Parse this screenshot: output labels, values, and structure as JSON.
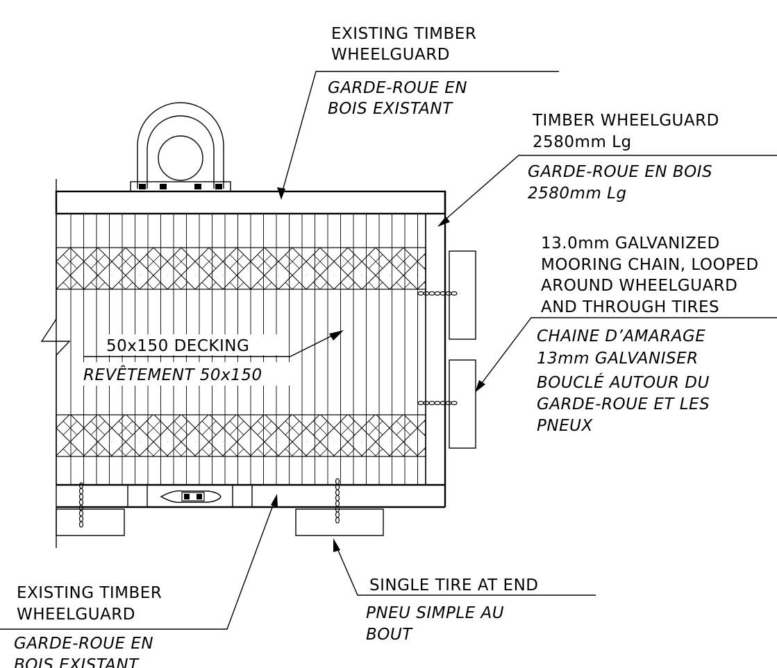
{
  "labels": {
    "top_wheelguard": {
      "en": [
        "EXISTING TIMBER",
        "WHEELGUARD"
      ],
      "fr": [
        "GARDE-ROUE EN",
        "BOIS EXISTANT"
      ]
    },
    "timber_wheelguard": {
      "en": [
        "TIMBER WHEELGUARD",
        "2580mm Lg"
      ],
      "fr": [
        "GARDE-ROUE EN BOIS",
        "2580mm Lg"
      ]
    },
    "mooring_chain": {
      "en": [
        "13.0mm GALVANIZED",
        "MOORING CHAIN, LOOPED",
        "AROUND WHEELGUARD",
        "AND THROUGH TIRES"
      ],
      "fr": [
        "CHAINE D’AMARAGE",
        "13mm GALVANISER",
        "BOUCLÉ AUTOUR DU",
        "GARDE-ROUE ET LES",
        "PNEUX"
      ]
    },
    "decking": {
      "en": "50x150 DECKING",
      "fr": "REVÊTEMENT 50x150"
    },
    "single_tire": {
      "en": "SINGLE TIRE AT END",
      "fr": [
        "PNEU SIMPLE AU",
        "BOUT"
      ]
    },
    "bottom_wheelguard": {
      "en": [
        "EXISTING TIMBER",
        "WHEELGUARD"
      ],
      "fr": [
        "GARDE-ROUE EN",
        "BOIS EXISTANT"
      ]
    }
  }
}
